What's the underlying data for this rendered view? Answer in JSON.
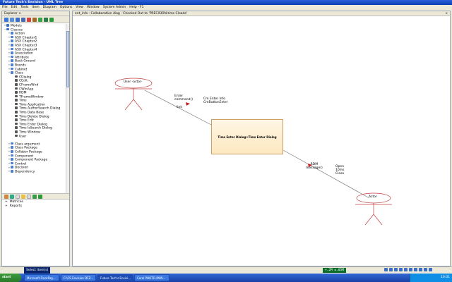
{
  "window": {
    "title": "Future Tech's Envision - UML Tree"
  },
  "menu": [
    "File",
    "Edit",
    "Tools",
    "Item",
    "Diagram",
    "Options",
    "View",
    "Window",
    "System Admin",
    "Help - F1"
  ],
  "explorer": {
    "tab_label": "Explorer ×",
    "tree": [
      {
        "label": "Models",
        "indent": 0,
        "exp": "+",
        "color": "#3a6ec8"
      },
      {
        "label": "Classes",
        "indent": 0,
        "exp": "−",
        "color": "#3a6ec8"
      },
      {
        "label": "Action",
        "indent": 1,
        "exp": "+",
        "color": "#4a7fd4"
      },
      {
        "label": "ASX Chapter1",
        "indent": 1,
        "exp": "+",
        "color": "#4a7fd4"
      },
      {
        "label": "ASX Chapter2",
        "indent": 1,
        "exp": "+",
        "color": "#4a7fd4"
      },
      {
        "label": "ASX Chapter3",
        "indent": 1,
        "exp": "+",
        "color": "#4a7fd4"
      },
      {
        "label": "ASX Chapter4",
        "indent": 1,
        "exp": "+",
        "color": "#4a7fd4"
      },
      {
        "label": "Association",
        "indent": 1,
        "exp": "+",
        "color": "#4a7fd4"
      },
      {
        "label": "Attribute",
        "indent": 1,
        "exp": "+",
        "color": "#4a7fd4"
      },
      {
        "label": "Back Ground",
        "indent": 1,
        "exp": "+",
        "color": "#4a7fd4"
      },
      {
        "label": "Brands",
        "indent": 1,
        "exp": "+",
        "color": "#4a7fd4"
      },
      {
        "label": "Cabinet",
        "indent": 1,
        "exp": "+",
        "color": "#4a7fd4"
      },
      {
        "label": "Class",
        "indent": 1,
        "exp": "−",
        "color": "#4a7fd4"
      },
      {
        "label": "CDialog",
        "indent": 2,
        "exp": "",
        "color": "#555"
      },
      {
        "label": "CEdit",
        "indent": 2,
        "exp": "",
        "color": "#555"
      },
      {
        "label": "CFrameWnd",
        "indent": 2,
        "exp": "",
        "color": "#555"
      },
      {
        "label": "CWinApp",
        "indent": 2,
        "exp": "",
        "color": "#555"
      },
      {
        "label": "RDM",
        "indent": 2,
        "exp": "",
        "color": "#555"
      },
      {
        "label": "TFrameWindow",
        "indent": 2,
        "exp": "",
        "color": "#555"
      },
      {
        "label": "Tims",
        "indent": 2,
        "exp": "",
        "color": "#555"
      },
      {
        "label": "Tims Application",
        "indent": 2,
        "exp": "",
        "color": "#555"
      },
      {
        "label": "Tims AuthorSearch Dialog",
        "indent": 2,
        "exp": "",
        "color": "#555"
      },
      {
        "label": "Tims Data Base",
        "indent": 2,
        "exp": "",
        "color": "#555"
      },
      {
        "label": "Tims Delete Dialog",
        "indent": 2,
        "exp": "",
        "color": "#555"
      },
      {
        "label": "Tims Edit",
        "indent": 2,
        "exp": "",
        "color": "#555"
      },
      {
        "label": "Tims Enter Dialog",
        "indent": 2,
        "exp": "",
        "color": "#555"
      },
      {
        "label": "Tims IsSearch Dialog",
        "indent": 2,
        "exp": "",
        "color": "#555"
      },
      {
        "label": "Tims Window",
        "indent": 2,
        "exp": "",
        "color": "#555"
      },
      {
        "label": "User",
        "indent": 2,
        "exp": "",
        "color": "#555"
      },
      {
        "label": "",
        "indent": 2,
        "exp": "",
        "color": "#fff"
      },
      {
        "label": "Class argument",
        "indent": 1,
        "exp": "+",
        "color": "#4a7fd4"
      },
      {
        "label": "Class Package",
        "indent": 1,
        "exp": "+",
        "color": "#4a7fd4"
      },
      {
        "label": "Collabor Package",
        "indent": 1,
        "exp": "+",
        "color": "#4a7fd4"
      },
      {
        "label": "Component",
        "indent": 1,
        "exp": "+",
        "color": "#4a7fd4"
      },
      {
        "label": "Component Package",
        "indent": 1,
        "exp": "+",
        "color": "#4a7fd4"
      },
      {
        "label": "Control",
        "indent": 1,
        "exp": "+",
        "color": "#4a7fd4"
      },
      {
        "label": "Decision",
        "indent": 1,
        "exp": "+",
        "color": "#4a7fd4"
      },
      {
        "label": "Dependency",
        "indent": 1,
        "exp": "+",
        "color": "#4a7fd4"
      }
    ],
    "lower_tree": [
      {
        "label": "Matrices",
        "exp": "+"
      },
      {
        "label": "Reports",
        "exp": "+"
      }
    ]
  },
  "document": {
    "title": "ent_info - Collaboration diag - Checked Out to 'PRECISION.tims Cloade'",
    "close_label": "×"
  },
  "diagram": {
    "actor_user_label": "User -actor-",
    "actor_label": "Actor",
    "message_1": "Enter\ncommand()",
    "message_1_line": "link",
    "message_2": "Cm Enter Info\nCmButtonEnter",
    "class_label": "Tims Enter Dialog::Tims Enter Dialog",
    "message_3": "RDM\nmessage()",
    "message_4": "Open\n10ms\nClose"
  },
  "status": {
    "text": "Select item(s)",
    "coords": "+.2M ±.05M"
  },
  "taskbar": {
    "start_label": "start",
    "tasks": [
      {
        "label": "Microsoft FrontPag...",
        "active": false
      },
      {
        "label": "C:\\CS Envision DFZ...",
        "active": false
      },
      {
        "label": "Future Tech's Envisi...",
        "active": true
      },
      {
        "label": "Corel PHOTO-PAIN...",
        "active": false
      }
    ],
    "clock": "10:01"
  }
}
